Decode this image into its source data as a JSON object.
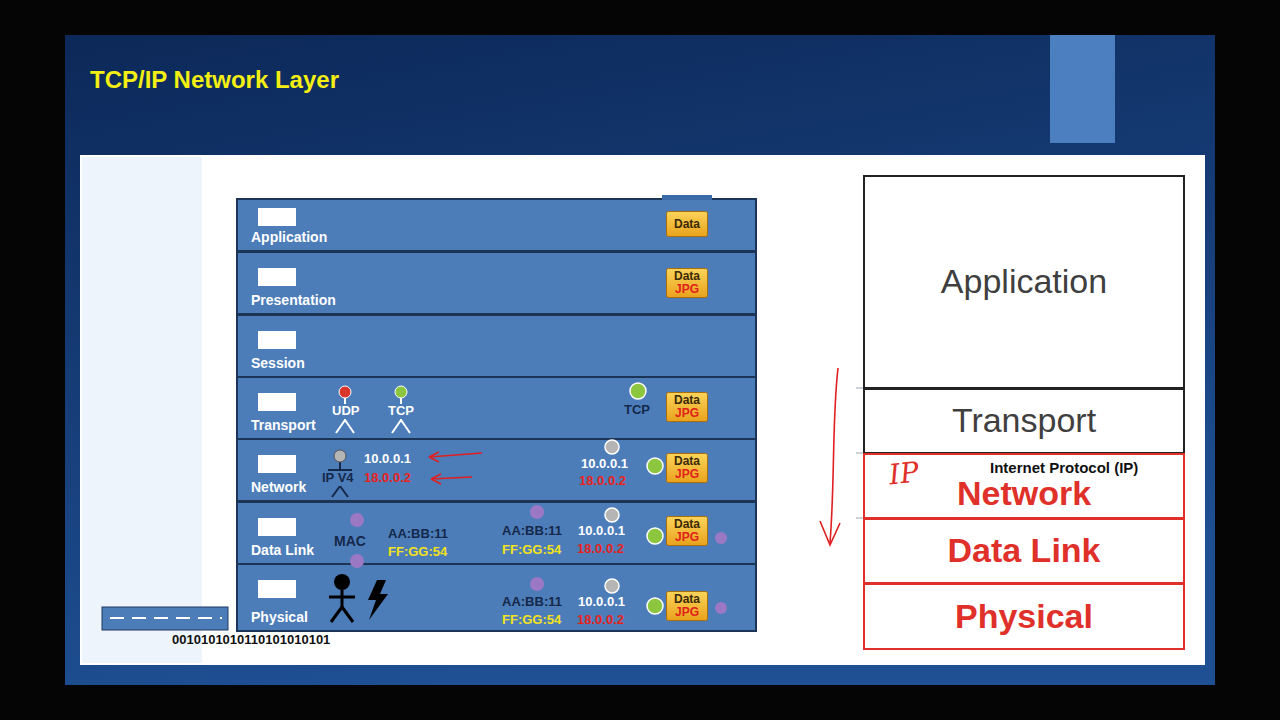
{
  "diagram": {
    "title": "TCP/IP Network Layer",
    "nodes": [
      {
        "text": [
          "Application"
        ]
      },
      {
        "text": [
          "Data"
        ],
        "in": 0
      },
      {
        "text": [
          "Presentation"
        ]
      },
      {
        "text": [
          "Data",
          "JPG"
        ],
        "in": 2
      },
      {
        "text": [
          "Session"
        ]
      },
      {
        "text": [
          "Transport"
        ]
      },
      {
        "text": [
          "Data",
          "JPG"
        ],
        "in": 5
      },
      {
        "text": [
          "Network"
        ]
      },
      {
        "text": [
          "Data",
          "JPG"
        ],
        "in": 7
      },
      {
        "text": [
          "Data Link"
        ]
      },
      {
        "text": [
          "Data",
          "JPG"
        ],
        "in": 9
      },
      {
        "text": [
          "Physical"
        ]
      },
      {
        "text": [
          "Data",
          "JPG"
        ],
        "in": 11
      },
      {
        "text": [
          "Application"
        ]
      },
      {
        "text": [
          "Transport"
        ]
      },
      {
        "text": [
          "Network"
        ]
      },
      {
        "text": [
          "Data Link"
        ]
      },
      {
        "text": [
          "Physical"
        ]
      }
    ],
    "labels": [
      "UDP",
      "TCP",
      "TCP",
      "10.0.0.1",
      "18.0.0.2",
      "IP V4",
      "10.0.0.1",
      "18.0.0.2",
      "MAC",
      "AA:BB:11",
      "FF:GG:54",
      "AA:BB:11",
      "FF:GG:54",
      "10.0.0.1",
      "18.0.0.2",
      "AA:BB:11",
      "FF:GG:54",
      "10.0.0.1",
      "18.0.0.2",
      "0010101010110101010101",
      "IP",
      "Internet Protocol (IP)"
    ]
  }
}
